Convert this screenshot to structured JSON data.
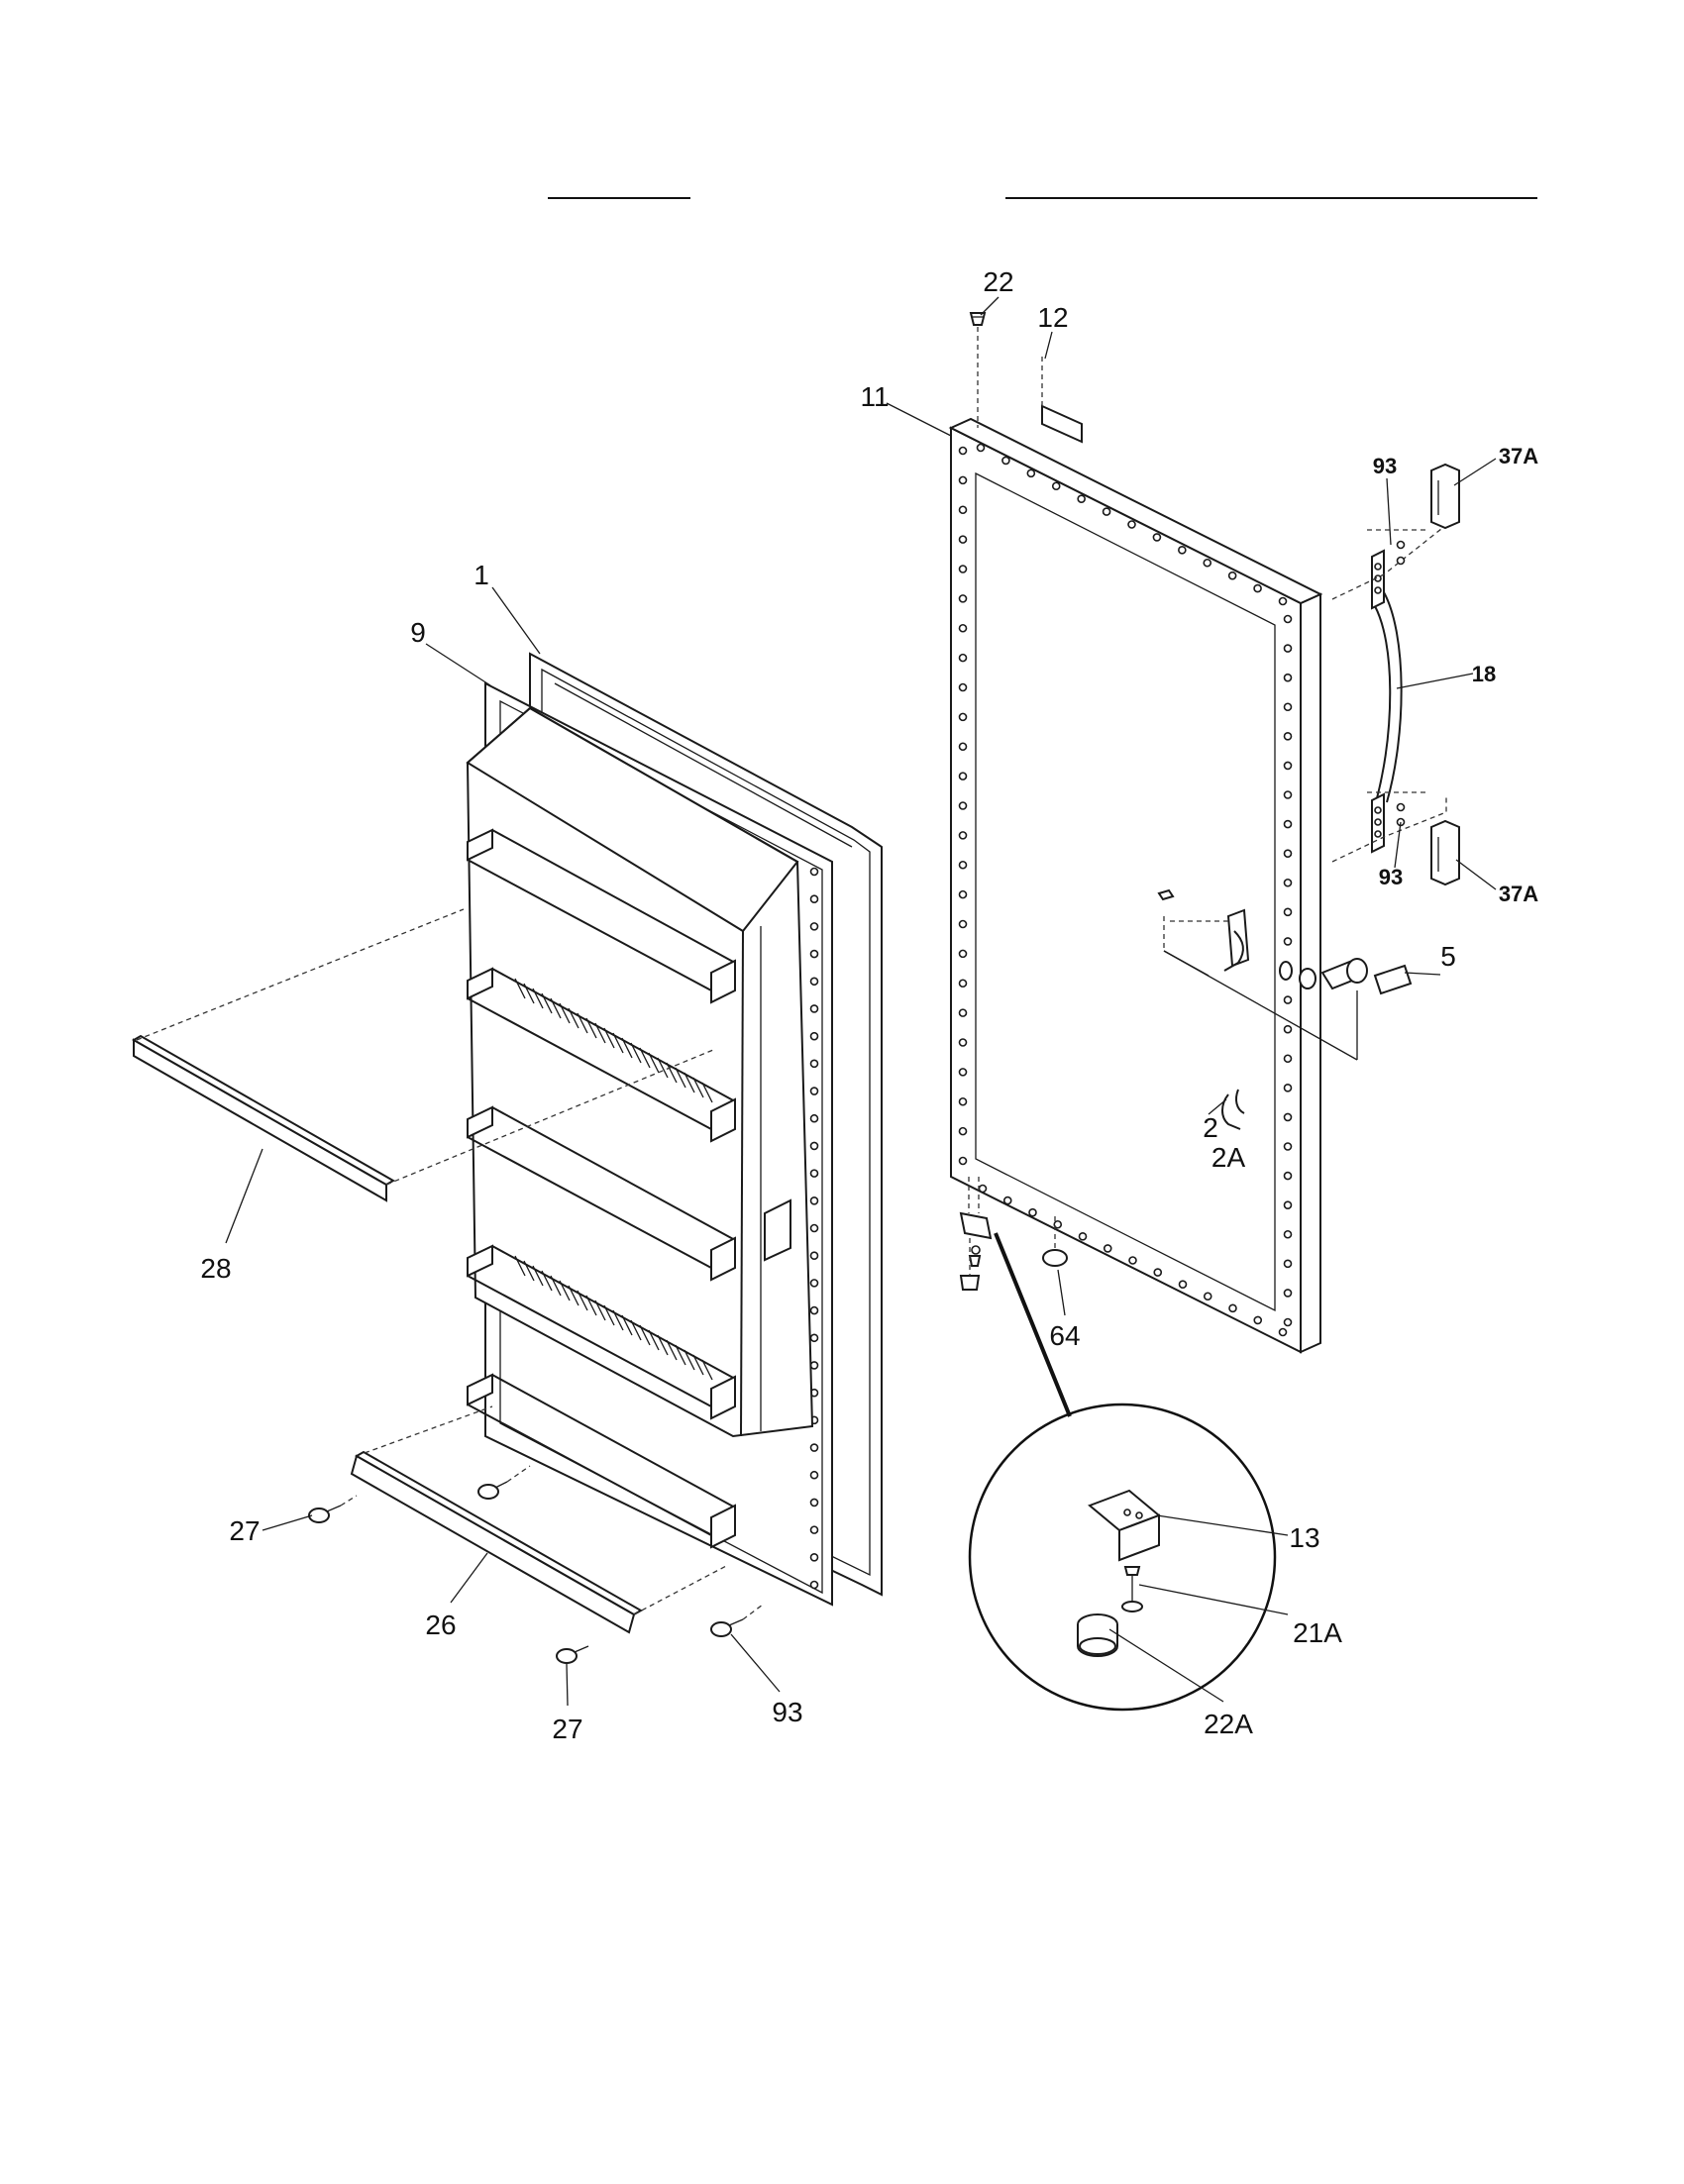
{
  "callouts": [
    {
      "id": "c-22",
      "text": "22"
    },
    {
      "id": "c-12",
      "text": "12"
    },
    {
      "id": "c-11",
      "text": "11"
    },
    {
      "id": "c-93a",
      "text": "93"
    },
    {
      "id": "c-37a-top",
      "text": "37A"
    },
    {
      "id": "c-18",
      "text": "18"
    },
    {
      "id": "c-93b",
      "text": "93"
    },
    {
      "id": "c-37a-bottom",
      "text": "37A"
    },
    {
      "id": "c-5",
      "text": "5"
    },
    {
      "id": "c-2",
      "text": "2"
    },
    {
      "id": "c-2a",
      "text": "2A"
    },
    {
      "id": "c-64",
      "text": "64"
    },
    {
      "id": "c-1",
      "text": "1"
    },
    {
      "id": "c-9",
      "text": "9"
    },
    {
      "id": "c-28",
      "text": "28"
    },
    {
      "id": "c-27a",
      "text": "27"
    },
    {
      "id": "c-26",
      "text": "26"
    },
    {
      "id": "c-27b",
      "text": "27"
    },
    {
      "id": "c-93c",
      "text": "93"
    },
    {
      "id": "c-13",
      "text": "13"
    },
    {
      "id": "c-21a",
      "text": "21A"
    },
    {
      "id": "c-22a",
      "text": "22A"
    }
  ]
}
